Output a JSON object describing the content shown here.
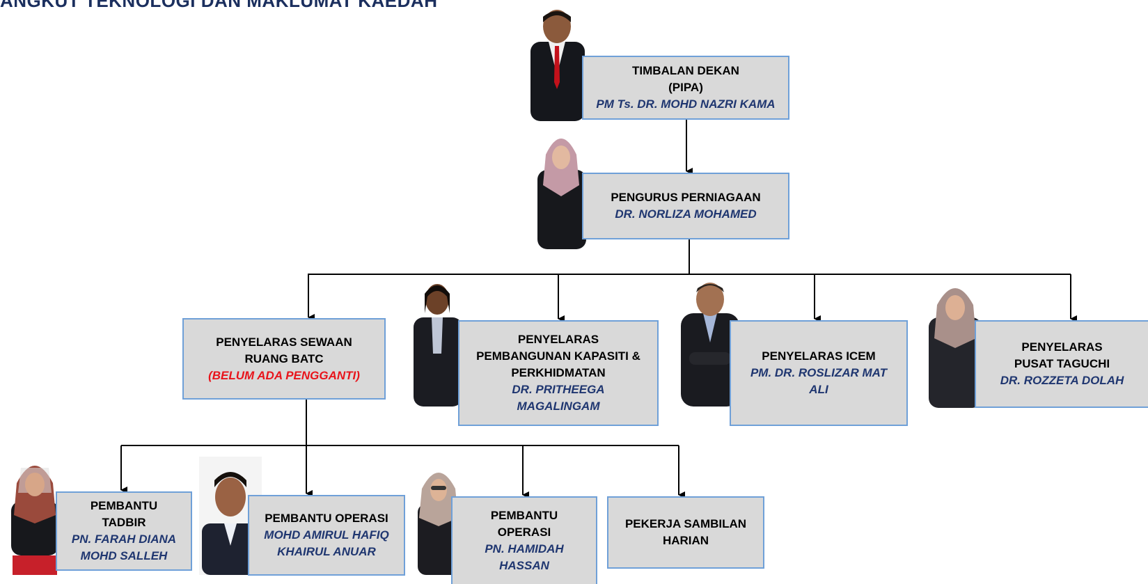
{
  "header": {
    "title": "ANGKUT TEKNOLOGI DAN MAKLUMAT KAEDAH"
  },
  "colors": {
    "box_fill": "#d9d9d9",
    "box_border": "#6fa0d8",
    "name": "#1f3670",
    "warning": "#e8141b"
  },
  "nodes": {
    "timbalan": {
      "role": [
        "TIMBALAN DEKAN",
        "(PIPA)"
      ],
      "name": [
        "PM Ts. DR. MOHD NAZRI KAMA"
      ]
    },
    "pengurus": {
      "role": [
        "PENGURUS PERNIAGAAN"
      ],
      "name": [
        "DR. NORLIZA MOHAMED"
      ]
    },
    "sewaan": {
      "role": [
        "PENYELARAS SEWAAN",
        "RUANG BATC"
      ],
      "warning": "(BELUM ADA PENGGANTI)"
    },
    "kapasiti": {
      "role": [
        "PENYELARAS",
        "PEMBANGUNAN KAPASITI &",
        "PERKHIDMATAN"
      ],
      "name": [
        "DR. PRITHEEGA",
        "MAGALINGAM"
      ]
    },
    "icem": {
      "role": [
        "PENYELARAS ICEM"
      ],
      "name": [
        "PM. DR. ROSLIZAR MAT",
        "ALI"
      ]
    },
    "taguchi": {
      "role": [
        "PENYELARAS",
        "PUSAT TAGUCHI"
      ],
      "name": [
        "DR. ROZZETA DOLAH"
      ]
    },
    "tadbir": {
      "role": [
        "PEMBANTU",
        "TADBIR"
      ],
      "name": [
        "PN. FARAH DIANA",
        "MOHD SALLEH"
      ]
    },
    "operasi1": {
      "role": [
        "PEMBANTU OPERASI"
      ],
      "name": [
        "MOHD AMIRUL HAFIQ",
        "KHAIRUL ANUAR"
      ]
    },
    "operasi2": {
      "role": [
        "PEMBANTU",
        "OPERASI"
      ],
      "name": [
        "PN. HAMIDAH",
        "HASSAN"
      ]
    },
    "sambilan": {
      "role": [
        "PEKERJA SAMBILAN",
        "HARIAN"
      ]
    }
  }
}
